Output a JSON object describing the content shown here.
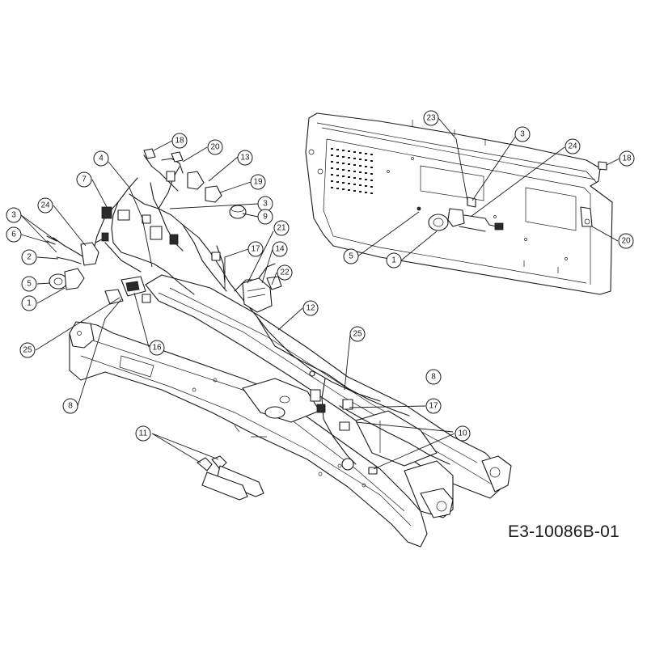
{
  "drawing_code": "E3-10086B-01",
  "callouts": [
    {
      "label": "18"
    },
    {
      "label": "20"
    },
    {
      "label": "4"
    },
    {
      "label": "13"
    },
    {
      "label": "7"
    },
    {
      "label": "19"
    },
    {
      "label": "3"
    },
    {
      "label": "24"
    },
    {
      "label": "9"
    },
    {
      "label": "3"
    },
    {
      "label": "6"
    },
    {
      "label": "2"
    },
    {
      "label": "21"
    },
    {
      "label": "17"
    },
    {
      "label": "14"
    },
    {
      "label": "5"
    },
    {
      "label": "22"
    },
    {
      "label": "1"
    },
    {
      "label": "12"
    },
    {
      "label": "25"
    },
    {
      "label": "16"
    },
    {
      "label": "25"
    },
    {
      "label": "8"
    },
    {
      "label": "17"
    },
    {
      "label": "8"
    },
    {
      "label": "10"
    },
    {
      "label": "11"
    },
    {
      "label": "23"
    },
    {
      "label": "3"
    },
    {
      "label": "24"
    },
    {
      "label": "18"
    },
    {
      "label": "5"
    },
    {
      "label": "1"
    },
    {
      "label": "20"
    }
  ]
}
